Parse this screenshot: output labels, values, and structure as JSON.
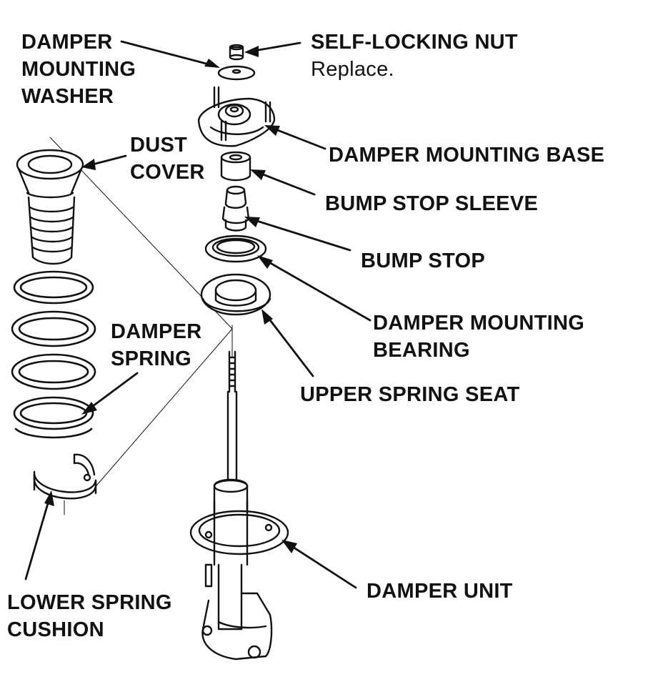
{
  "labels": {
    "damper_mounting_washer": [
      "DAMPER",
      "MOUNTING",
      "WASHER"
    ],
    "self_locking_nut": "SELF-LOCKING NUT",
    "self_locking_nut_note": "Replace.",
    "dust_cover": [
      "DUST",
      "COVER"
    ],
    "damper_mounting_base": "DAMPER MOUNTING BASE",
    "bump_stop_sleeve": "BUMP STOP SLEEVE",
    "bump_stop": "BUMP STOP",
    "damper_mounting_bearing": [
      "DAMPER MOUNTING",
      "BEARING"
    ],
    "damper_spring": [
      "DAMPER",
      "SPRING"
    ],
    "upper_spring_seat": "UPPER SPRING SEAT",
    "damper_unit": "DAMPER UNIT",
    "lower_spring_cushion": [
      "LOWER SPRING",
      "CUSHION"
    ]
  },
  "colors": {
    "ink": "#111111",
    "paper": "#ffffff",
    "shade": "#d9d9d9"
  }
}
